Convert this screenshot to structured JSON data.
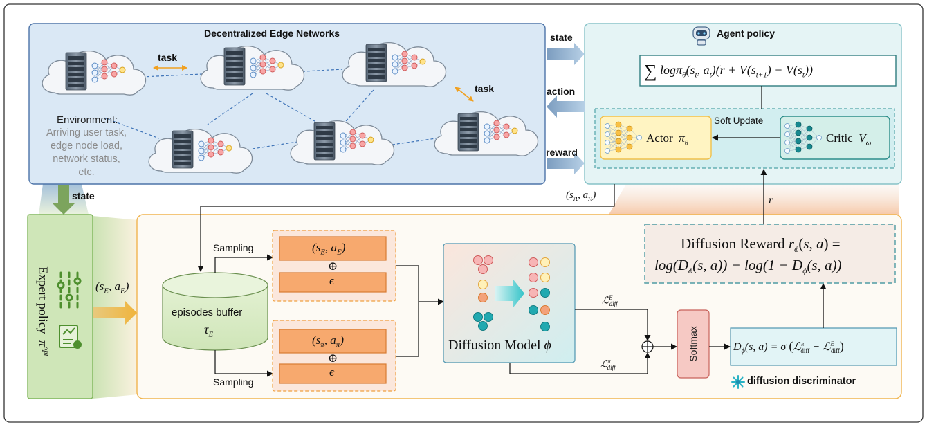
{
  "edge": {
    "title": "Decentralized Edge Networks",
    "task_label_1": "task",
    "task_label_2": "task",
    "env_heading": "Environment:",
    "env_lines": [
      "Arriving user task,",
      "edge node load,",
      "network status,",
      "etc."
    ]
  },
  "links": {
    "state": "state",
    "action": "action",
    "reward": "reward",
    "state_down": "state",
    "s_pi_a_pi": "(sπ, aπ)",
    "r": "r"
  },
  "agent": {
    "title": "Agent policy",
    "objective": "∑ logπθ(st, at)(r + V(st+1) − V(st))",
    "soft_update": "Soft Update",
    "actor_label": "Actor  πθ",
    "critic_label": "Critic  Vω"
  },
  "expert": {
    "label": "Expert policy  πopt",
    "pair": "(sE, aE)"
  },
  "buffer": {
    "label_1": "episodes buffer",
    "label_2": "τE",
    "sampling_top": "Sampling",
    "sampling_bottom": "Sampling"
  },
  "samples": {
    "expert_pair": "(sE, aE)",
    "expert_eps": "ϵ",
    "policy_pair": "(sπ, aπ)",
    "policy_eps": "ϵ",
    "oplus": "⊕"
  },
  "diffusion": {
    "model_label": "Diffusion Model ϕ",
    "loss_expert": "ℒEdiff",
    "loss_policy": "ℒπdiff",
    "softmax": "Softmax",
    "discriminator_formula": "Dϕ(s, a) = σ (ℒπdiff − ℒEdiff)",
    "reward_line_1": "Diffusion Reward rϕ(s, a) =",
    "reward_line_2": "log(Dϕ(s, a)) − log(1 − Dϕ(s, a))",
    "discriminator_caption": "diffusion discriminator"
  },
  "colors": {
    "edge_panel": "#dae8f5",
    "agent_panel": "#e5f4f5",
    "expert_panel": "#cfe6b8",
    "orange_box": "#f7a96e",
    "actor_box": "#fff4c2",
    "critic_box": "#d4efe9",
    "softmax_box": "#f6c9c4",
    "reward_box": "#f5ece6"
  }
}
